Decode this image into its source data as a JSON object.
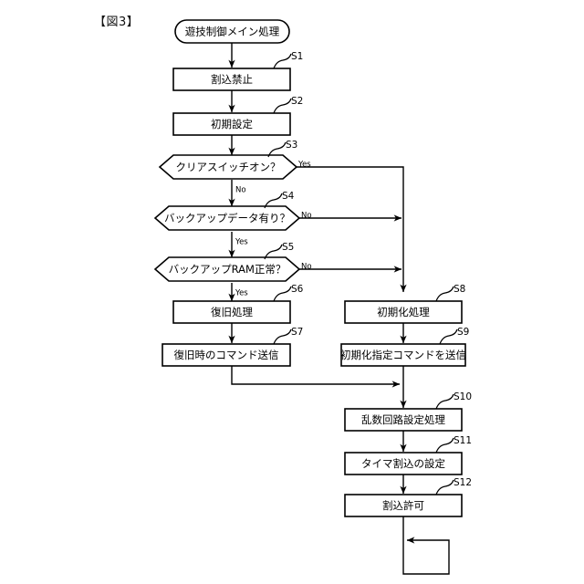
{
  "figure": {
    "label": "【図3】",
    "title": "遊技制御メイン処理"
  },
  "diagram": {
    "type": "flowchart",
    "orientation": "top-down",
    "terminator": {
      "name": "start-terminator",
      "text": "遊技制御メイン処理"
    },
    "branch_labels": {
      "yes": "Yes",
      "no": "No"
    },
    "nodes": [
      {
        "id": "S1",
        "step": "S1",
        "shape": "process",
        "text": "割込禁止",
        "column": "left"
      },
      {
        "id": "S2",
        "step": "S2",
        "shape": "process",
        "text": "初期設定",
        "column": "left"
      },
      {
        "id": "S3",
        "step": "S3",
        "shape": "decision",
        "text": "クリアスイッチオン？",
        "column": "left",
        "yes_label": "Yes",
        "no_label": "No"
      },
      {
        "id": "S4",
        "step": "S4",
        "shape": "decision",
        "text": "バックアップデータ有り？",
        "column": "left",
        "yes_label": "Yes",
        "no_label": "No"
      },
      {
        "id": "S5",
        "step": "S5",
        "shape": "decision",
        "text": "バックアップRAM正常？",
        "column": "left",
        "yes_label": "Yes",
        "no_label": "No"
      },
      {
        "id": "S6",
        "step": "S6",
        "shape": "process",
        "text": "復旧処理",
        "column": "left"
      },
      {
        "id": "S7",
        "step": "S7",
        "shape": "process",
        "text": "復旧時のコマンド送信",
        "column": "left"
      },
      {
        "id": "S8",
        "step": "S8",
        "shape": "process",
        "text": "初期化処理",
        "column": "right"
      },
      {
        "id": "S9",
        "step": "S9",
        "shape": "process",
        "text": "初期化指定コマンドを送信",
        "column": "right"
      },
      {
        "id": "S10",
        "step": "S10",
        "shape": "process",
        "text": "乱数回路設定処理",
        "column": "right"
      },
      {
        "id": "S11",
        "step": "S11",
        "shape": "process",
        "text": "タイマ割込の設定",
        "column": "right"
      },
      {
        "id": "S12",
        "step": "S12",
        "shape": "process",
        "text": "割込許可",
        "column": "right"
      }
    ],
    "edges": [
      {
        "from": "start",
        "to": "S1",
        "label": ""
      },
      {
        "from": "S1",
        "to": "S2",
        "label": ""
      },
      {
        "from": "S2",
        "to": "S3",
        "label": ""
      },
      {
        "from": "S3",
        "to": "S4",
        "label": "No"
      },
      {
        "from": "S3",
        "to": "S8",
        "label": "Yes"
      },
      {
        "from": "S4",
        "to": "S5",
        "label": "Yes"
      },
      {
        "from": "S4",
        "to": "S8",
        "label": "No"
      },
      {
        "from": "S5",
        "to": "S6",
        "label": "Yes"
      },
      {
        "from": "S5",
        "to": "S8",
        "label": "No"
      },
      {
        "from": "S6",
        "to": "S7",
        "label": ""
      },
      {
        "from": "S7",
        "to": "S10",
        "label": ""
      },
      {
        "from": "S8",
        "to": "S9",
        "label": ""
      },
      {
        "from": "S9",
        "to": "S10",
        "label": ""
      },
      {
        "from": "S10",
        "to": "S11",
        "label": ""
      },
      {
        "from": "S11",
        "to": "S12",
        "label": ""
      },
      {
        "from": "S12",
        "to": "loop",
        "label": ""
      }
    ],
    "loop_back": {
      "name": "infinite-loop-arrow",
      "description": "loop back arrow below 割込許可"
    },
    "colors": {
      "stroke": "#000000",
      "fill": "#ffffff",
      "background": "#ffffff"
    }
  }
}
